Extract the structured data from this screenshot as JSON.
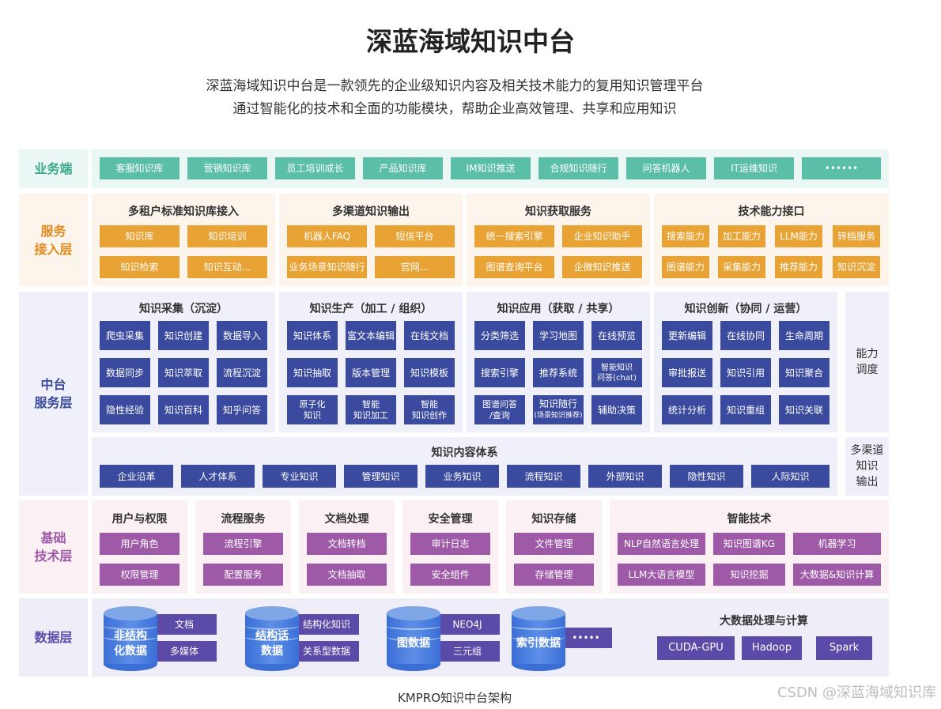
{
  "page": {
    "title": "深蓝海域知识中台",
    "subtitle_1": "深蓝海域知识中台是一款领先的企业级知识内容及相关技术能力的复用知识管理平台",
    "subtitle_2": "通过智能化的技术和全面的功能模块，帮助企业高效管理、共享和应用知识",
    "caption": "KMPRO知识中台架构",
    "watermark": "CSDN @深蓝海域知识库"
  },
  "colors": {
    "teal": "#5bbfa8",
    "orange": "#e9a334",
    "navy": "#3a4a9e",
    "purple": "#9e5aa7",
    "violet": "#5b4aa8",
    "cylinder_blue": "#3b6fd6"
  },
  "layers": {
    "business": {
      "label": "业务端",
      "items": [
        "客服知识库",
        "营销知识库",
        "员工培训成长",
        "产品知识库",
        "IM知识推送",
        "合规知识随行",
        "问答机器人",
        "IT运维知识",
        "••••••"
      ]
    },
    "service_access": {
      "label": "服务\n接入层",
      "groups": [
        {
          "title": "多租户标准知识库接入",
          "items": [
            "知识库",
            "知识培训",
            "知识检索",
            "知识互动..."
          ]
        },
        {
          "title": "多渠道知识输出",
          "items": [
            "机器人FAQ",
            "短信平台",
            "业务场景知识随行",
            "官网..."
          ]
        },
        {
          "title": "知识获取服务",
          "items": [
            "统一搜索引擎",
            "企业知识助手",
            "图谱查询平台",
            "企微知识推送"
          ]
        },
        {
          "title": "技术能力接口",
          "items": [
            "搜索能力",
            "加工能力",
            "LLM能力",
            "转档服务",
            "图谱能力",
            "采集能力",
            "推荐能力",
            "知识沉淀"
          ]
        }
      ]
    },
    "middle": {
      "label": "中台\n服务层",
      "groups": [
        {
          "title": "知识采集（沉淀）",
          "items": [
            "爬虫采集",
            "知识创建",
            "数据导入",
            "数据同步",
            "知识萃取",
            "流程沉淀",
            "隐性经验",
            "知识百科",
            "知乎问答"
          ]
        },
        {
          "title": "知识生产（加工 / 组织）",
          "items": [
            "知识体系",
            "富文本编辑",
            "在线文档",
            "知识抽取",
            "版本管理",
            "知识模板",
            "原子化\n知识",
            "智能\n知识加工",
            "智能\n知识创作"
          ]
        },
        {
          "title": "知识应用（获取 / 共享）",
          "items": [
            "分类筛选",
            "学习地图",
            "在线预览",
            "搜索引擎",
            "推荐系统",
            "智能知识\n问答(chat)",
            "图谱问答\n/查询",
            "知识随行",
            "辅助决策"
          ],
          "note": "(场景知识推荐)"
        },
        {
          "title": "知识创新（协同 / 运营）",
          "items": [
            "更新编辑",
            "在线协同",
            "生命周期",
            "审批报送",
            "知识引用",
            "知识聚合",
            "统计分析",
            "知识重组",
            "知识关联"
          ]
        }
      ],
      "side_top": "能力\n调度",
      "side_bottom": "多渠道\n知识\n输出",
      "content_system": {
        "title": "知识内容体系",
        "items": [
          "企业沿革",
          "人才体系",
          "专业知识",
          "管理知识",
          "业务知识",
          "流程知识",
          "外部知识",
          "隐性知识",
          "人际知识"
        ]
      }
    },
    "base": {
      "label": "基础\n技术层",
      "groups": [
        {
          "title": "用户与权限",
          "items": [
            "用户角色",
            "权限管理"
          ]
        },
        {
          "title": "流程服务",
          "items": [
            "流程引擎",
            "配置服务"
          ]
        },
        {
          "title": "文档处理",
          "items": [
            "文档转档",
            "文档抽取"
          ]
        },
        {
          "title": "安全管理",
          "items": [
            "审计日志",
            "安全组件"
          ]
        },
        {
          "title": "知识存储",
          "items": [
            "文件管理",
            "存储管理"
          ]
        },
        {
          "title": "智能技术",
          "items": [
            "NLP自然语言处理",
            "知识图谱KG",
            "机器学习",
            "LLM大语言模型",
            "知识挖掘",
            "大数据&知识计算"
          ]
        }
      ]
    },
    "data": {
      "label": "数据层",
      "stores": [
        {
          "name": "非结构\n化数据",
          "tags": [
            "文档",
            "多媒体"
          ]
        },
        {
          "name": "结构话\n数据",
          "tags": [
            "结构化知识",
            "关系型数据"
          ]
        },
        {
          "name": "图数据",
          "tags": [
            "NEO4J",
            "三元组"
          ]
        },
        {
          "name": "索引数据",
          "tags": [
            "•••••"
          ]
        }
      ],
      "bigdata": {
        "title": "大数据处理与计算",
        "items": [
          "CUDA-GPU",
          "Hadoop",
          "Spark"
        ]
      }
    }
  }
}
